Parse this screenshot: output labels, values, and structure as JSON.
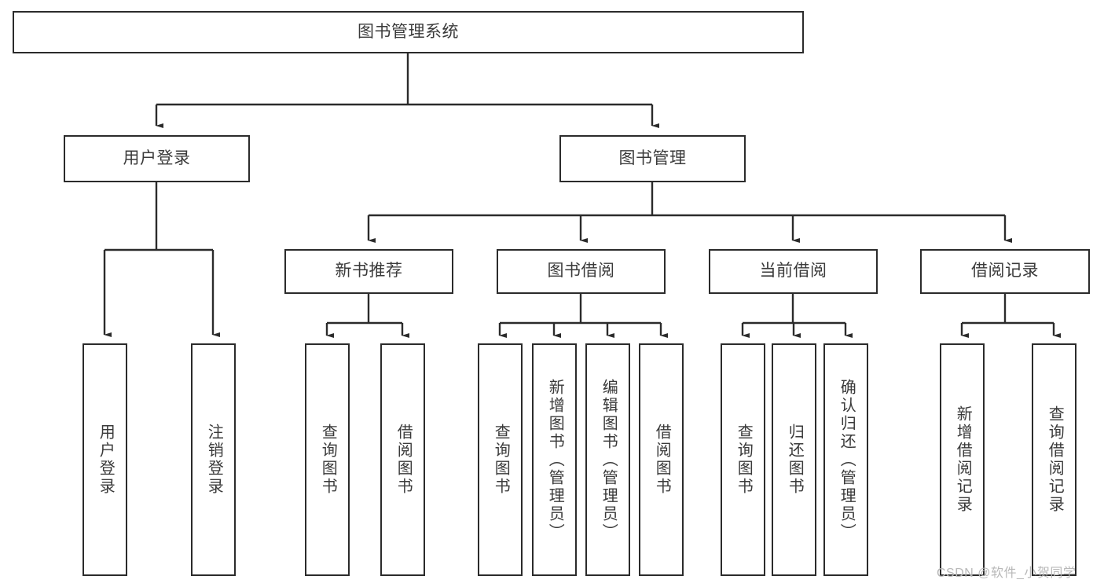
{
  "diagram": {
    "type": "tree-hierarchy-chart",
    "title": "图书管理系统",
    "orientation": "top-down",
    "colors": {
      "box_border": "#2b2b2b",
      "box_fill": "#ffffff",
      "connector": "#2b2b2b",
      "text": "#3a3a3a",
      "background": "#ffffff",
      "watermark": "#b8b8b8"
    },
    "nodes": {
      "root": {
        "label": "图书管理系统",
        "level": 1
      },
      "level2": [
        {
          "id": "user-login",
          "label": "用户登录"
        },
        {
          "id": "book-manage",
          "label": "图书管理"
        }
      ],
      "level3": [
        {
          "id": "new-book-recommend",
          "label": "新书推荐",
          "parent": "book-manage"
        },
        {
          "id": "book-borrow",
          "label": "图书借阅",
          "parent": "book-manage"
        },
        {
          "id": "current-borrow",
          "label": "当前借阅",
          "parent": "book-manage"
        },
        {
          "id": "borrow-record",
          "label": "借阅记录",
          "parent": "book-manage"
        }
      ],
      "leaves": [
        {
          "id": "leaf-user-login",
          "label": "用户登录",
          "parent": "user-login"
        },
        {
          "id": "leaf-logout-login",
          "label": "注销登录",
          "parent": "user-login"
        },
        {
          "id": "leaf-query-book-1",
          "label": "查询图书",
          "parent": "new-book-recommend"
        },
        {
          "id": "leaf-borrow-book-1",
          "label": "借阅图书",
          "parent": "new-book-recommend"
        },
        {
          "id": "leaf-query-book-2",
          "label": "查询图书",
          "parent": "book-borrow"
        },
        {
          "id": "leaf-add-book",
          "label": "新增图书（管理员）",
          "parent": "book-borrow"
        },
        {
          "id": "leaf-edit-book",
          "label": "编辑图书（管理员）",
          "parent": "book-borrow"
        },
        {
          "id": "leaf-borrow-book-2",
          "label": "借阅图书",
          "parent": "book-borrow"
        },
        {
          "id": "leaf-query-book-3",
          "label": "查询图书",
          "parent": "current-borrow"
        },
        {
          "id": "leaf-return-book",
          "label": "归还图书",
          "parent": "current-borrow"
        },
        {
          "id": "leaf-confirm-return",
          "label": "确认归还（管理员）",
          "parent": "current-borrow"
        },
        {
          "id": "leaf-add-record",
          "label": "新增借阅记录",
          "parent": "borrow-record"
        },
        {
          "id": "leaf-query-record",
          "label": "查询借阅记录",
          "parent": "borrow-record"
        }
      ]
    },
    "watermark": "CSDN @软件_小贺同学"
  }
}
